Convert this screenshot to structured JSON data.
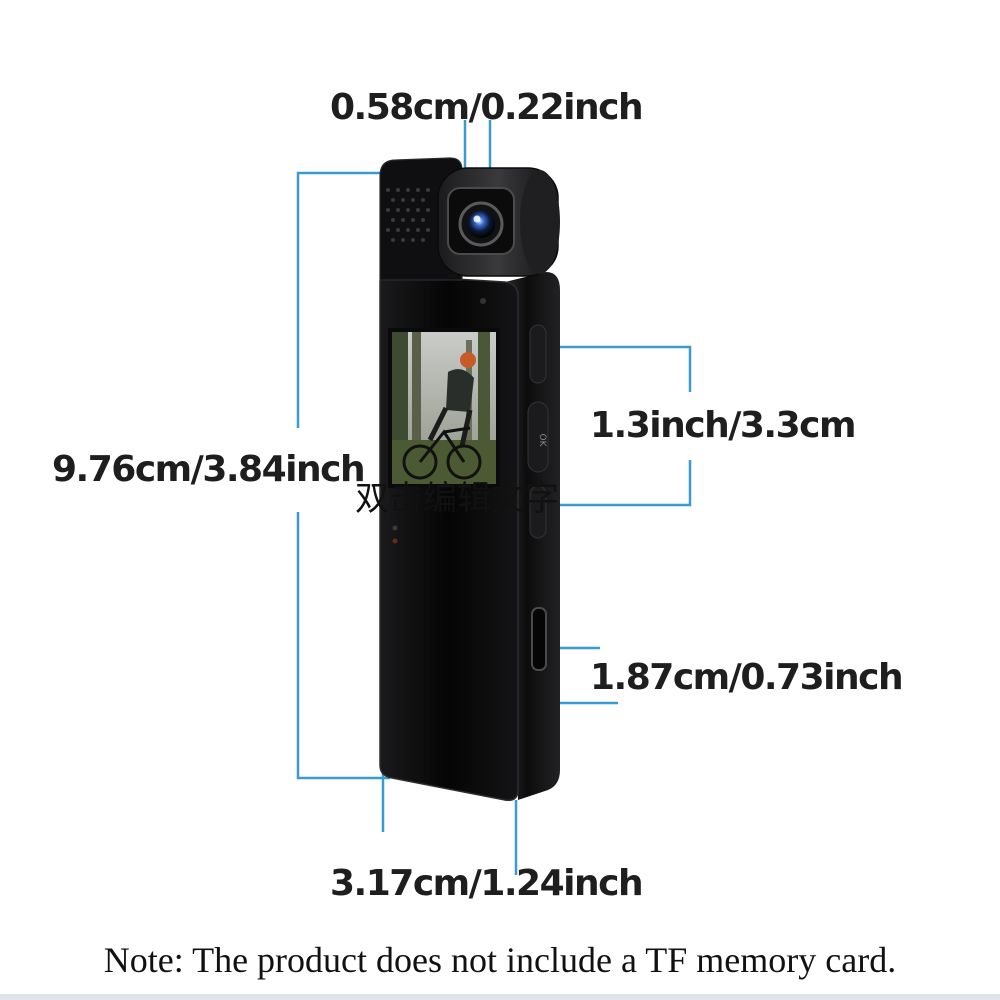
{
  "dimensions": {
    "lens_diameter": "0.58cm/0.22inch",
    "height": "9.76cm/3.84inch",
    "screen_size": "1.3inch/3.3cm",
    "thickness": "1.87cm/0.73inch",
    "width": "3.17cm/1.24inch"
  },
  "watermark": "双击编辑文字",
  "note": "Note: The product does not include a TF memory card.",
  "device": {
    "button_label": "OK"
  },
  "colors": {
    "dimension_line": "#3a9bd0",
    "device_body": "#0b0b0c",
    "background": "#ffffff"
  }
}
